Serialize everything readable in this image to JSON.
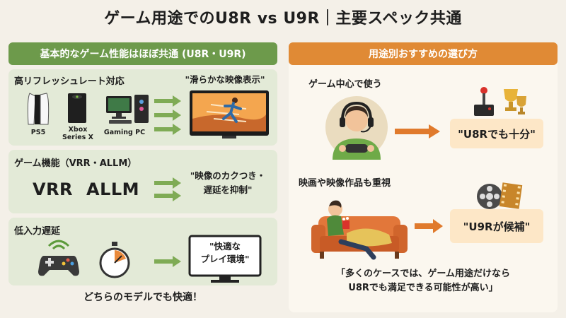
{
  "title": "ゲーム用途でのU8R vs U9R｜主要スペック共通",
  "left": {
    "header": "基本的なゲーム性能はほぼ共通 (U8R・U9R)",
    "refresh": {
      "title": "高リフレッシュレート対応",
      "quote": "\"滑らかな映像表示\"",
      "devices": [
        "PS5",
        "Xbox\nSeries X",
        "Gaming PC"
      ]
    },
    "features": {
      "title": "ゲーム機能（VRR・ALLM）",
      "vrr": "VRR",
      "allm": "ALLM",
      "quote_line1": "\"映像のカクつき・",
      "quote_line2": "遅延を抑制\""
    },
    "latency": {
      "title": "低入力遅延",
      "quote_line1": "\"快適な",
      "quote_line2": "プレイ環境\""
    },
    "footer": "どちらのモデルでも快適！"
  },
  "right": {
    "header": "用途別おすすめの選び方",
    "gaming": {
      "label": "ゲーム中心で使う",
      "result": "\"U8Rでも十分\""
    },
    "movies": {
      "label": "映画や映像作品も重視",
      "result": "\"U9Rが候補\""
    },
    "footer_line1": "「多くのケースでは、ゲーム用途だけなら",
    "footer_line2": "U8Rでも満足できる可能性が高い」"
  },
  "colors": {
    "green_header": "#6d9a4b",
    "green_panel": "#e3ead7",
    "arrow_green": "#7fab55",
    "orange_header": "#e08a35",
    "orange_box": "#fde7c7",
    "arrow_orange": "#e07a2c"
  },
  "icons": [
    "ps5-icon",
    "xbox-icon",
    "gaming-pc-icon",
    "tv-runner-icon",
    "monitor-icon",
    "gamepad-icon",
    "stopwatch-icon",
    "gamer-icon",
    "arcade-stick-icon",
    "trophy-icon",
    "sofa-viewer-icon",
    "film-reel-icon"
  ]
}
